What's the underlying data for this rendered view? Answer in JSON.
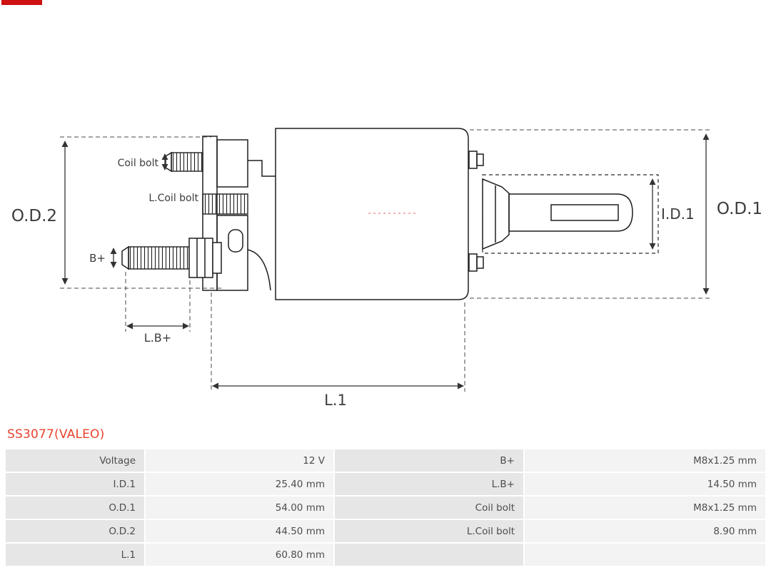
{
  "colors": {
    "accent_red": "#cc1212",
    "title_red": "#e8432d",
    "drawing_line": "#1e1e1e",
    "table_label_bg": "#e6e6e6",
    "table_value_bg": "#f3f3f3"
  },
  "diagram": {
    "labels": {
      "od2": "O.D.2",
      "od1": "O.D.1",
      "id1": "I.D.1",
      "l1": "L.1",
      "lb_plus": "L.B+",
      "b_plus": "B+",
      "coil_bolt": "Coil bolt",
      "l_coil_bolt": "L.Coil bolt"
    }
  },
  "part": {
    "title": "SS3077(VALEO)"
  },
  "table": {
    "rows": [
      {
        "c1": "Voltage",
        "c2": "12 V",
        "c3": "B+",
        "c4": "M8x1.25 mm"
      },
      {
        "c1": "I.D.1",
        "c2": "25.40 mm",
        "c3": "L.B+",
        "c4": "14.50 mm"
      },
      {
        "c1": "O.D.1",
        "c2": "54.00 mm",
        "c3": "Coil bolt",
        "c4": "M8x1.25 mm"
      },
      {
        "c1": "O.D.2",
        "c2": "44.50 mm",
        "c3": "L.Coil bolt",
        "c4": "8.90 mm"
      },
      {
        "c1": "L.1",
        "c2": "60.80 mm",
        "c3": "",
        "c4": ""
      }
    ]
  }
}
